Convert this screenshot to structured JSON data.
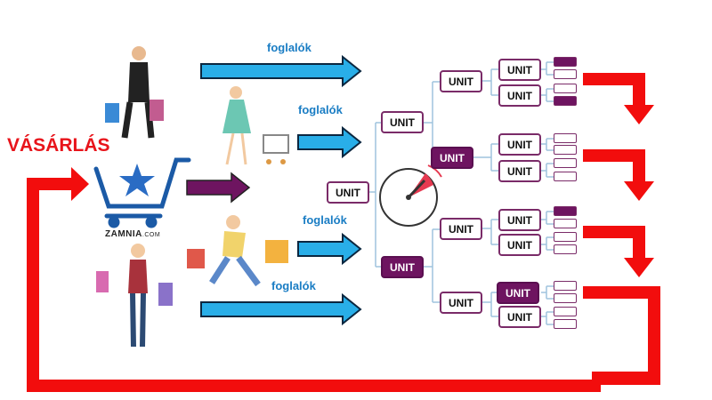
{
  "title": "VÁSÁRLÁS",
  "brand": {
    "name": "ZAMNIA",
    "suffix": ".COM"
  },
  "booker_labels": [
    "foglalók",
    "foglalók",
    "foglalók",
    "foglalók"
  ],
  "units": {
    "root": "UNIT",
    "level1": [
      {
        "label": "UNIT",
        "filled": false
      },
      {
        "label": "UNIT",
        "filled": true
      }
    ],
    "level2": [
      {
        "label": "UNIT",
        "filled": false
      },
      {
        "label": "UNIT",
        "filled": true
      },
      {
        "label": "UNIT",
        "filled": false
      },
      {
        "label": "UNIT",
        "filled": false
      }
    ],
    "level3": [
      {
        "label": "UNIT",
        "filled": false
      },
      {
        "label": "UNIT",
        "filled": false
      },
      {
        "label": "UNIT",
        "filled": false
      },
      {
        "label": "UNIT",
        "filled": false
      },
      {
        "label": "UNIT",
        "filled": false
      },
      {
        "label": "UNIT",
        "filled": false
      },
      {
        "label": "UNIT",
        "filled": true
      },
      {
        "label": "UNIT",
        "filled": false
      }
    ]
  },
  "slots_filled": [
    true,
    false,
    false,
    true,
    false,
    false,
    false,
    false,
    true,
    false,
    false,
    false,
    false,
    false,
    false,
    false
  ],
  "colors": {
    "blue_arrow": "#29aee8",
    "purple": "#6e1460",
    "red": "#f20d0d",
    "label_blue": "#1a7dc4"
  }
}
